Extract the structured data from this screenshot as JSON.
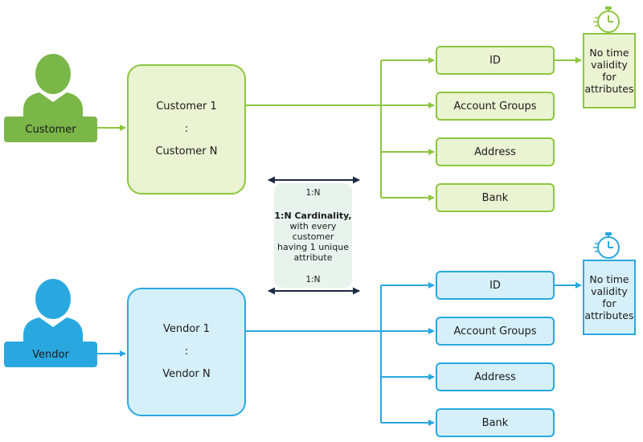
{
  "colors": {
    "green": "#8dc63f",
    "green_dark": "#7ab648",
    "green_fill": "#eaf4d3",
    "blue": "#29a8e0",
    "blue_fill": "#d6f0fa",
    "card_fill": "#e8f3ee"
  },
  "customer": {
    "persona_label": "Customer",
    "group_lines": [
      "Customer 1",
      ":",
      "Customer N"
    ],
    "attributes": [
      "ID",
      "Account Groups",
      "Address",
      "Bank"
    ],
    "note": [
      "No time",
      "validity",
      "for",
      "attributes"
    ],
    "icons": [
      "person-icon",
      "stopwatch-icon"
    ]
  },
  "vendor": {
    "persona_label": "Vendor",
    "group_lines": [
      "Vendor 1",
      ":",
      "Vendor N"
    ],
    "attributes": [
      "ID",
      "Account Groups",
      "Address",
      "Bank"
    ],
    "note": [
      "No time",
      "validity",
      "for",
      "attributes"
    ],
    "icons": [
      "person-icon",
      "stopwatch-icon"
    ]
  },
  "cardinality": {
    "top_tag": "1:N",
    "title": "1:N Cardinality,",
    "body": [
      "with every",
      "customer",
      "having 1 unique",
      "attribute"
    ],
    "bottom_tag": "1:N"
  }
}
